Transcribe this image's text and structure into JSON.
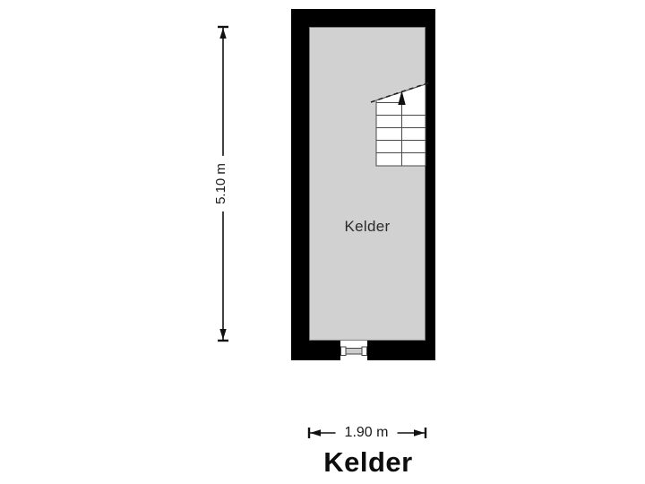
{
  "floorplan": {
    "title": "Kelder",
    "room": {
      "label": "Kelder"
    },
    "dimensions": {
      "height": "5.10 m",
      "width": "1.90 m"
    },
    "stairs": {
      "direction": "up"
    },
    "colors": {
      "background": "#ffffff",
      "wall": "#000000",
      "floor": "#d1d1d1",
      "floor_border": "#7c7c7c",
      "stair_fill": "#ffffff",
      "stair_line": "#4a4a4a",
      "dimension_line": "#111111",
      "title_text": "#0d0d0d"
    }
  }
}
